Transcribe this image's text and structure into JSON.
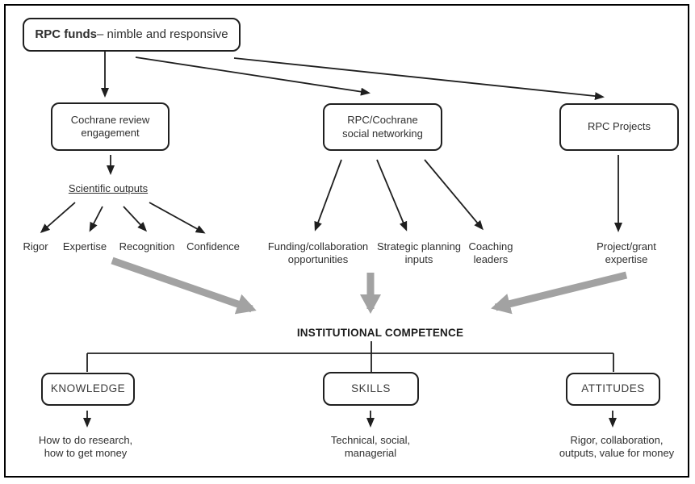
{
  "colors": {
    "line": "#1f1f1f",
    "gray_arrow": "#a2a2a2",
    "text": "#2f2f2f",
    "background": "#ffffff"
  },
  "diagram": {
    "root": {
      "title_bold": "RPC funds",
      "title_rest": " – nimble and responsive"
    },
    "level1": {
      "cochrane": "Cochrane review\nengagement",
      "networking": "RPC/Cochrane\nsocial networking",
      "projects": "RPC Projects"
    },
    "outputs": {
      "scientific_outputs": "Scientific outputs",
      "rigor": "Rigor",
      "expertise": "Expertise",
      "recognition": "Recognition",
      "confidence": "Confidence",
      "funding": "Funding/collaboration\nopportunities",
      "strategic": "Strategic planning\ninputs",
      "coaching": "Coaching\nleaders",
      "project_grant": "Project/grant\nexpertise"
    },
    "competence": {
      "title": "INSTITUTIONAL COMPETENCE",
      "knowledge": "KNOWLEDGE",
      "skills": "SKILLS",
      "attitudes": "ATTITUDES",
      "knowledge_detail": "How to do research,\nhow to get money",
      "skills_detail": "Technical, social,\nmanagerial",
      "attitudes_detail": "Rigor, collaboration,\noutputs, value for money"
    }
  }
}
